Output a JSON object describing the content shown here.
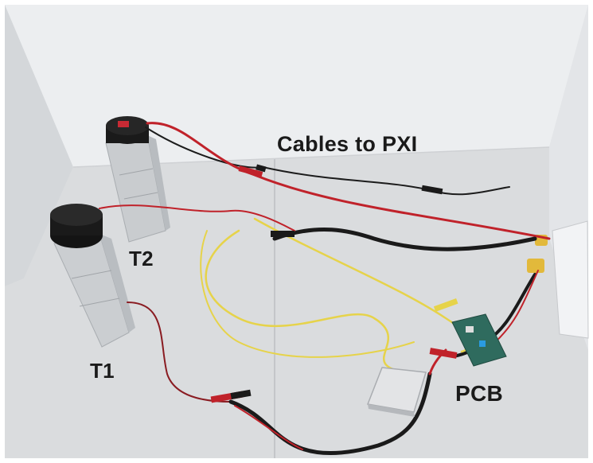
{
  "labels": {
    "cables": "Cables to PXI",
    "t2": "T2",
    "t1": "T1",
    "pcb": "PCB"
  },
  "colors": {
    "red_wire": "#c0222a",
    "black_wire": "#1c1c1c",
    "yellow_wire": "#e6d34a",
    "pcb_board": "#2f6b5e",
    "wall": "#e9ebec",
    "floor": "#dddfe1"
  }
}
